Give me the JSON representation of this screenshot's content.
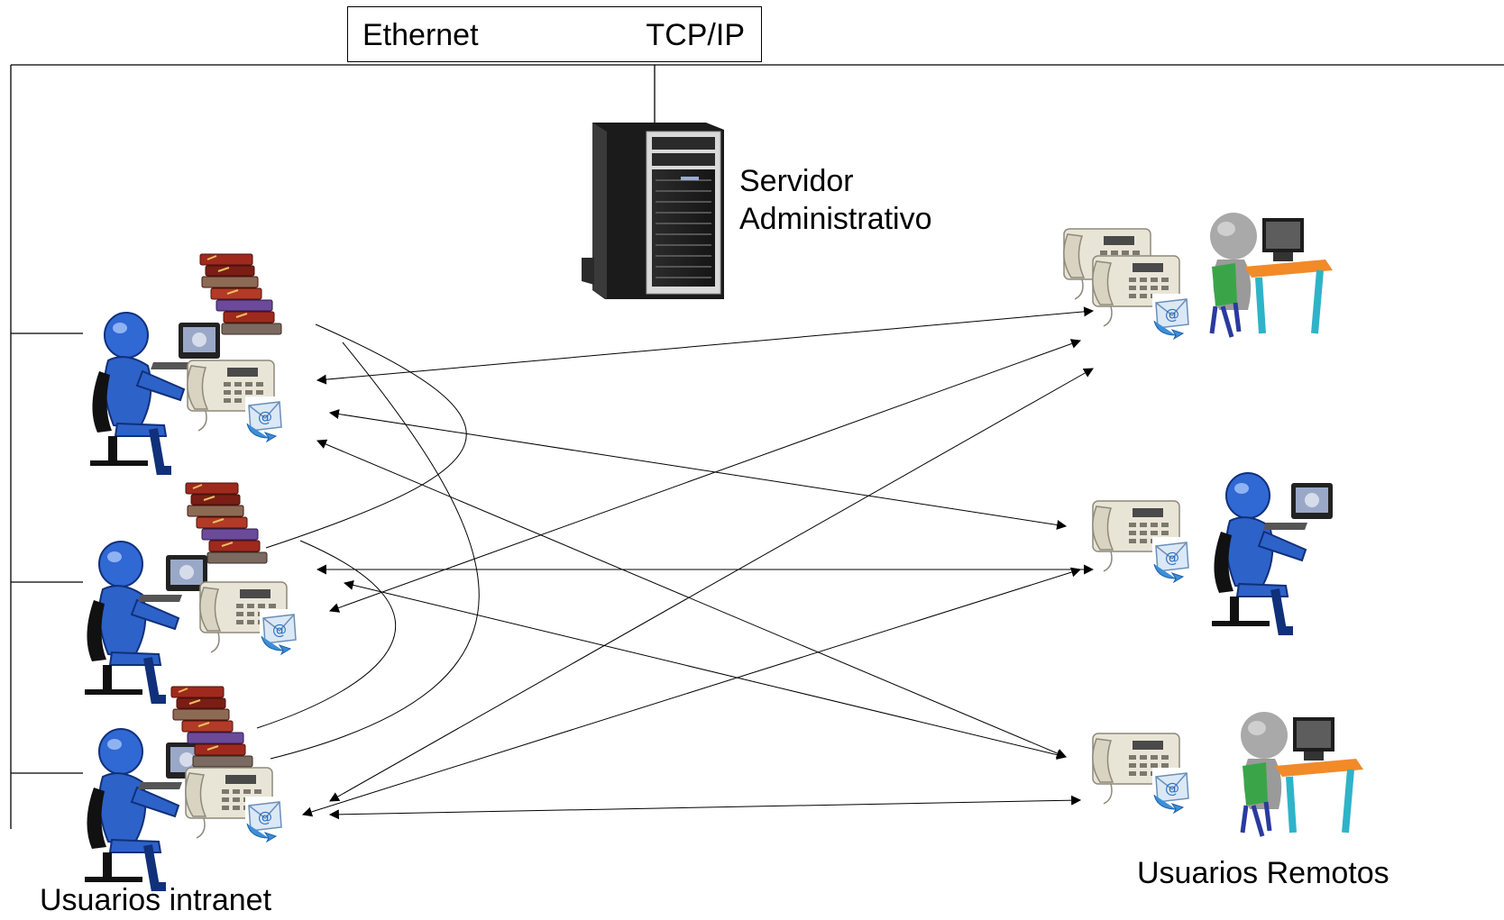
{
  "network": {
    "ethernet_label": "Ethernet",
    "protocol_label": "TCP/IP"
  },
  "server": {
    "label_line1": "Servidor",
    "label_line2": "Administrativo"
  },
  "groups": {
    "intranet_label": "Usuarios intranet",
    "remote_label": "Usuarios Remotos"
  },
  "icons": {
    "server": "server-tower-icon",
    "intranet_user": "user-at-computer-icon",
    "books": "books-stack-icon",
    "phone": "telephone-icon",
    "email": "email-icon",
    "remote_user_gray": "3d-person-at-desk-icon"
  },
  "colors": {
    "user_blue": "#2f63c9",
    "books_red": "#9b2a1e",
    "phone_beige": "#e8e3d3",
    "email_blue": "#3a8fd8",
    "chair_green": "#3aa548",
    "desk_orange": "#f08a2a",
    "line": "#000000"
  }
}
